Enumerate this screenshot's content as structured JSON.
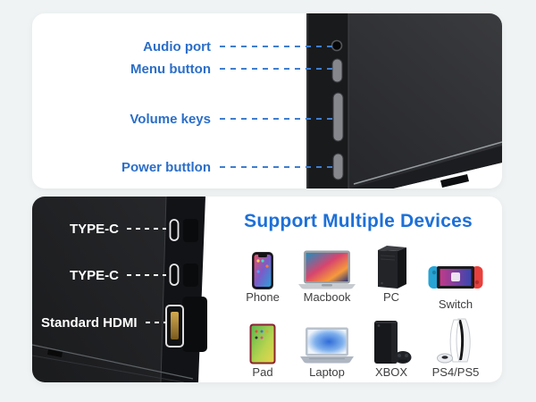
{
  "colors": {
    "background": "#eff3f4",
    "card": "#ffffff",
    "callout_blue": "#2b6ec8",
    "heading_blue": "#1d70d8",
    "device_body_black": "#202124",
    "device_label_dark": "#3f3f41",
    "port_label_white": "#ffffff",
    "hdmi_gold": "#c79d45",
    "switch_joycon_blue": "#27a3d4",
    "switch_joycon_red": "#e8403c"
  },
  "top_card": {
    "callouts": [
      {
        "label": "Audio port",
        "icon": "audio-port"
      },
      {
        "label": "Menu button",
        "icon": "menu-button"
      },
      {
        "label": "Volume keys",
        "icon": "volume-keys"
      },
      {
        "label": "Power buttlon",
        "icon": "power-button"
      }
    ]
  },
  "bottom_card": {
    "heading": "Support Multiple Devices",
    "ports": [
      {
        "label": "TYPE-C"
      },
      {
        "label": "TYPE-C"
      },
      {
        "label": "Standard HDMI"
      }
    ],
    "devices": [
      {
        "label": "Phone"
      },
      {
        "label": "Macbook"
      },
      {
        "label": "PC"
      },
      {
        "label": "Switch"
      },
      {
        "label": "Pad"
      },
      {
        "label": "Laptop"
      },
      {
        "label": "XBOX"
      },
      {
        "label": "PS4/PS5"
      }
    ]
  }
}
